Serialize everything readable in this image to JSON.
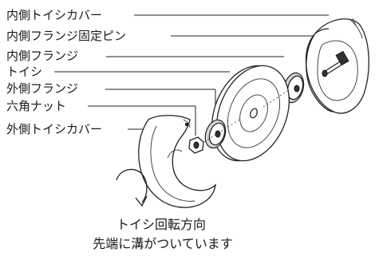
{
  "labels": {
    "inner_cover": "内側トイシカバー",
    "inner_flange_pin": "内側フランジ固定ピン",
    "inner_flange": "内側フランジ",
    "wheel": "トイシ",
    "outer_flange": "外側フランジ",
    "hex_nut": "六角ナット",
    "outer_cover": "外側トイシカバー"
  },
  "caption": {
    "line1": "トイシ回転方向",
    "line2": "先端に溝がついています"
  }
}
